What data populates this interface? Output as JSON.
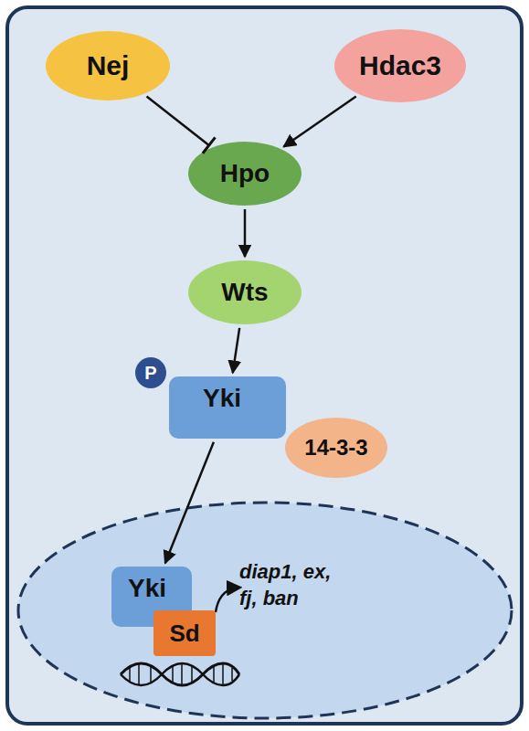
{
  "diagram": {
    "nodes": [
      {
        "text": [
          "Nej"
        ]
      },
      {
        "text": [
          "Hdac3"
        ]
      },
      {
        "text": [
          "Hpo"
        ]
      },
      {
        "text": [
          "Wts"
        ]
      },
      {
        "text": [
          "P"
        ]
      },
      {
        "text": [
          "Yki"
        ]
      },
      {
        "text": [
          "14-3-3"
        ]
      },
      {
        "text": [
          "Yki"
        ]
      },
      {
        "text": [
          "Sd"
        ]
      }
    ],
    "edges": [
      {
        "from": 0,
        "to": 2,
        "arrow": "to"
      },
      {
        "from": 1,
        "to": 2,
        "arrow": "to"
      },
      {
        "from": 2,
        "to": 3,
        "arrow": "to"
      },
      {
        "from": 3,
        "to": 5,
        "arrow": "to"
      },
      {
        "from": 5,
        "to": 7,
        "arrow": "to"
      }
    ],
    "labels": [
      "diap1, ex, fj, ban"
    ]
  }
}
